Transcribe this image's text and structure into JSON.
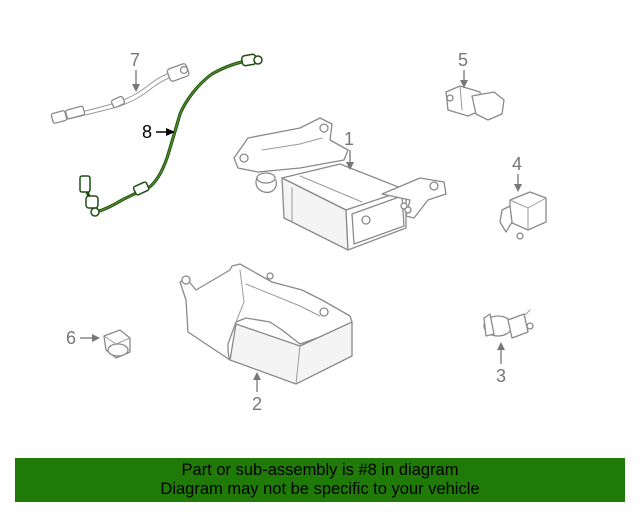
{
  "callouts": {
    "c1": "1",
    "c2": "2",
    "c3": "3",
    "c4": "4",
    "c5": "5",
    "c6": "6",
    "c7": "7",
    "c8": "8"
  },
  "banner": {
    "line1": "Part or sub-assembly is #8 in diagram",
    "line2": "Diagram may not be specific to your vehicle"
  },
  "colors": {
    "banner_bg": "#1f7a08",
    "highlight_part": "#1e4d12",
    "line_art": "#8a8a8a"
  }
}
